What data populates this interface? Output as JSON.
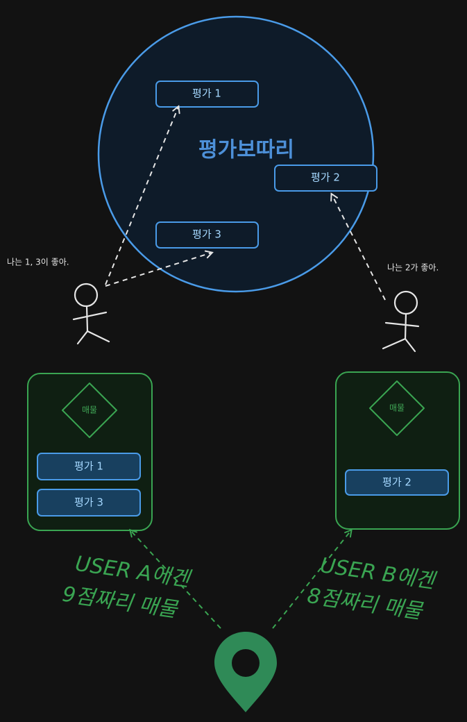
{
  "bubble": {
    "title": "평가보따리",
    "items": [
      "평가 1",
      "평가 2",
      "평가 3"
    ]
  },
  "users": {
    "a": {
      "speech": "나는 1, 3이 좋아."
    },
    "b": {
      "speech": "나는 2가 좋아."
    }
  },
  "cards": {
    "a": {
      "diamond_label": "매물",
      "items": [
        "평가 1",
        "평가 3"
      ]
    },
    "b": {
      "diamond_label": "매물",
      "items": [
        "평가 2"
      ]
    }
  },
  "captions": {
    "a": {
      "line1": "USER A에겐",
      "line2": "9점짜리 매물"
    },
    "b": {
      "line1": "USER B에겐",
      "line2": "8점짜리 매물"
    }
  },
  "colors": {
    "background": "#121212",
    "bubble_fill": "#0e1b29",
    "bubble_stroke": "#4a9be8",
    "box_fill": "#18405f",
    "box_stroke": "#4a9be8",
    "card_fill": "#0f1f12",
    "card_stroke": "#3aa552",
    "pin": "#2f8a57"
  }
}
